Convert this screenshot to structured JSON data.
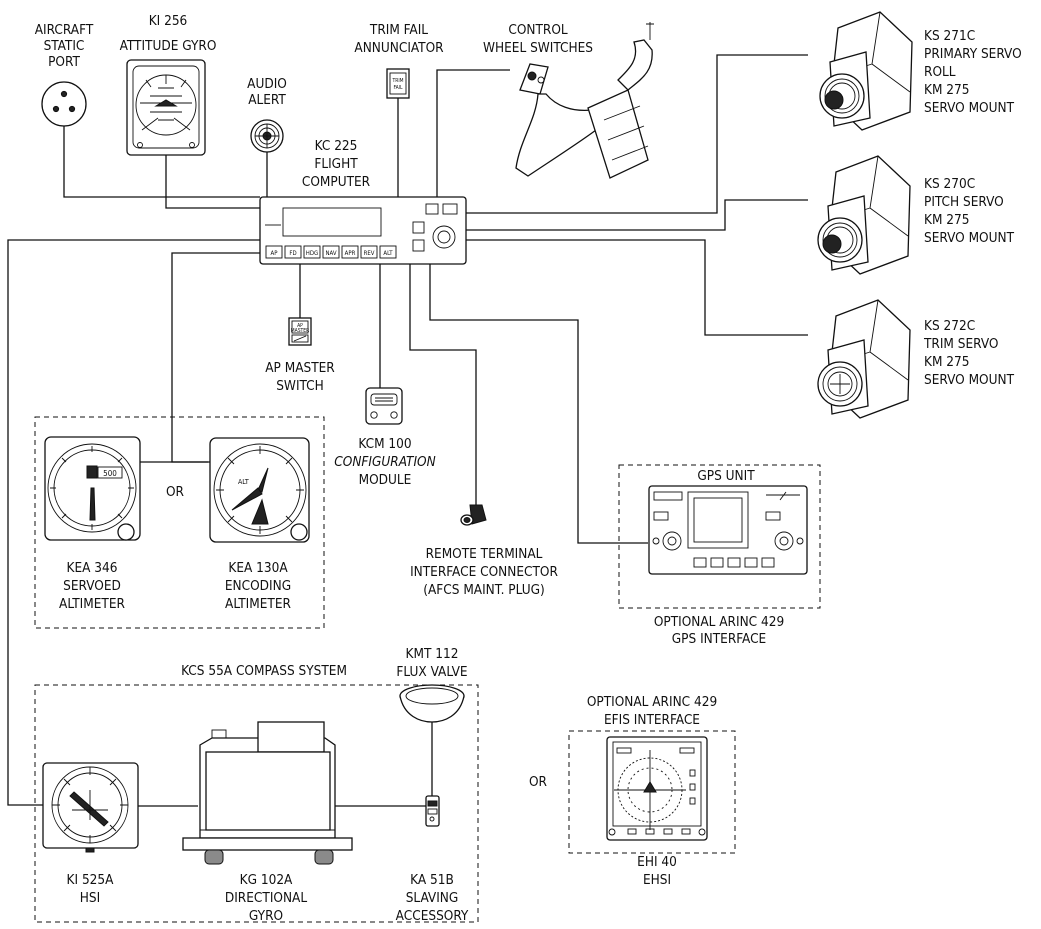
{
  "labels": {
    "static_port": [
      "AIRCRAFT",
      "STATIC",
      "PORT"
    ],
    "attitude_gyro": [
      "KI 256",
      "ATTITUDE GYRO"
    ],
    "audio_alert": [
      "AUDIO",
      "ALERT"
    ],
    "flight_computer": [
      "KC 225",
      "FLIGHT",
      "COMPUTER"
    ],
    "trim_fail": [
      "TRIM FAIL",
      "ANNUNCIATOR"
    ],
    "control_wheel": [
      "CONTROL",
      "WHEEL SWITCHES"
    ],
    "roll_servo": [
      "KS 271C",
      "PRIMARY SERVO",
      "ROLL",
      "KM 275",
      "SERVO MOUNT"
    ],
    "pitch_servo": [
      "KS 270C",
      "PITCH SERVO",
      "KM 275",
      "SERVO MOUNT"
    ],
    "trim_servo": [
      "KS 272C",
      "TRIM SERVO",
      "KM 275",
      "SERVO MOUNT"
    ],
    "ap_master": [
      "AP MASTER",
      "SWITCH"
    ],
    "config_module": [
      "KCM 100",
      "CONFIGURATION",
      "MODULE"
    ],
    "servoed_altimeter": [
      "KEA 346",
      "SERVOED",
      "ALTIMETER"
    ],
    "encoding_altimeter": [
      "KEA 130A",
      "ENCODING",
      "ALTIMETER"
    ],
    "remote_terminal": [
      "REMOTE TERMINAL",
      "INTERFACE CONNECTOR",
      "(AFCS MAINT. PLUG)"
    ],
    "gps_unit": "GPS UNIT",
    "gps_interface": [
      "OPTIONAL ARINC 429",
      "GPS INTERFACE"
    ],
    "compass_system": "KCS 55A COMPASS SYSTEM",
    "flux_valve": [
      "KMT 112",
      "FLUX VALVE"
    ],
    "efis_interface": [
      "OPTIONAL ARINC 429",
      "EFIS INTERFACE"
    ],
    "hsi": [
      "KI 525A",
      "HSI"
    ],
    "directional_gyro": [
      "KG 102A",
      "DIRECTIONAL",
      "GYRO"
    ],
    "slaving_accessory": [
      "KA 51B",
      "SLAVING",
      "ACCESSORY"
    ],
    "ehsi": [
      "EHI 40",
      "EHSI"
    ],
    "or_altimeter": "OR",
    "or_efis": "OR"
  },
  "panel": {
    "trim_fail_face": [
      "TRIM",
      "FAIL"
    ],
    "ap_master_face": [
      "AP",
      "MASTER"
    ],
    "altimeter_window": "500",
    "altimeter_alt": "ALT",
    "kc225_buttons": [
      "AP",
      "FD",
      "HDG",
      "NAV",
      "APR",
      "REV",
      "ALT"
    ]
  }
}
